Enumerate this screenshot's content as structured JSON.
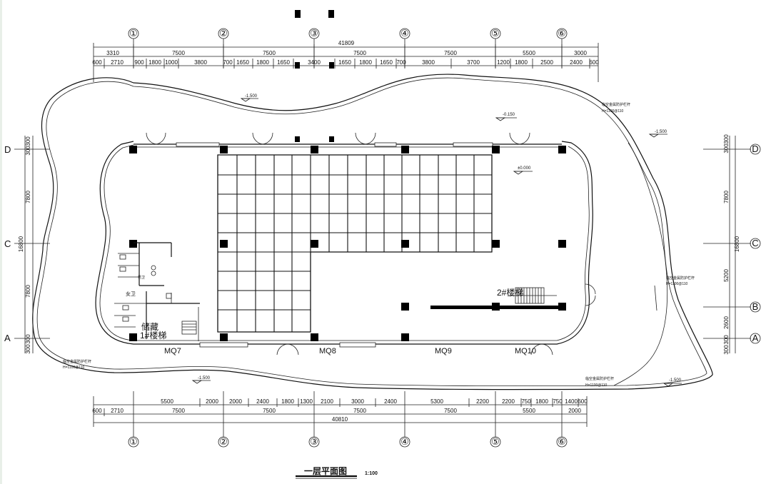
{
  "drawing": {
    "title": "一层平面图",
    "scale": "1:100",
    "grid_x": [
      "①",
      "②",
      "③",
      "④",
      "⑤",
      "⑥"
    ],
    "grid_y": [
      "A",
      "B",
      "C",
      "D"
    ],
    "top_total": "41809",
    "top_bays": [
      "3310",
      "7500",
      "7500",
      "7500",
      "7500",
      "5500",
      "3000"
    ],
    "top_details": [
      "600",
      "2710",
      "900",
      "1800",
      "1000",
      "3800",
      "700",
      "1650",
      "1800",
      "1650",
      "3400",
      "1650",
      "1800",
      "1650",
      "700",
      "3800",
      "3700",
      "1200",
      "1800",
      "2500",
      "2400",
      "600"
    ],
    "bottom_total": "40810",
    "bottom_details": [
      "5500",
      "2000",
      "2000",
      "2400",
      "1800",
      "1300",
      "2100",
      "3000",
      "2400",
      "5300",
      "2200",
      "2200",
      "750",
      "1800",
      "750",
      "1400",
      "600"
    ],
    "bottom_bays": [
      "600",
      "2710",
      "7500",
      "7500",
      "7500",
      "7500",
      "5500",
      "2000"
    ],
    "left_dims": [
      "300",
      "300",
      "7800",
      "16800",
      "7800",
      "300",
      "300"
    ],
    "right_dims": [
      "300",
      "300",
      "7800",
      "16800",
      "5200",
      "2600",
      "300",
      "300"
    ],
    "levels": [
      "-1.500",
      "-0.150",
      "±0.000",
      "-1.500",
      "-1.500",
      "-1.500"
    ],
    "rooms": {
      "stair1": "1#楼梯",
      "storage": "储藏",
      "stair2": "2#楼梯",
      "men": "男卫",
      "women": "女卫"
    },
    "curtain_walls": [
      "MQ7",
      "MQ8",
      "MQ9",
      "MQ10"
    ],
    "railing_note": "临空金属防护栏杆",
    "railing_height": "H=1100@110"
  }
}
